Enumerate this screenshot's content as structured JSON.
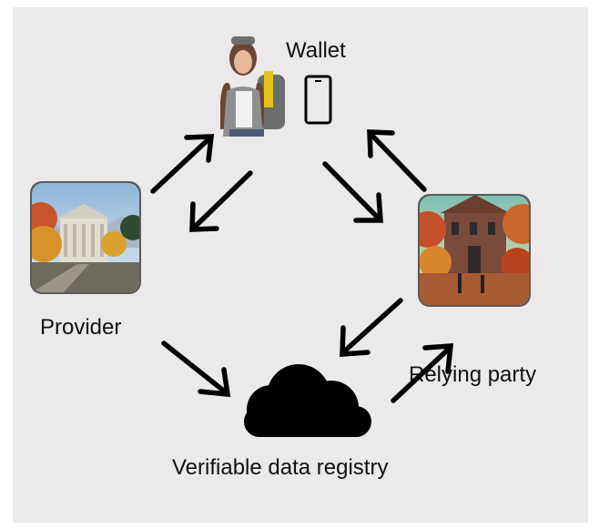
{
  "diagram": {
    "wallet_label": "Wallet",
    "provider_label": "Provider",
    "relying_party_label": "Relying party",
    "registry_label": "Verifiable data registry"
  },
  "icons": {
    "wallet": "smartphone-icon",
    "registry": "cloud-icon",
    "holder": "student-with-backpack",
    "provider": "university-building",
    "relying_party": "campus-building-autumn"
  },
  "colors": {
    "background": "#ebe9ea",
    "arrow": "#000000"
  }
}
